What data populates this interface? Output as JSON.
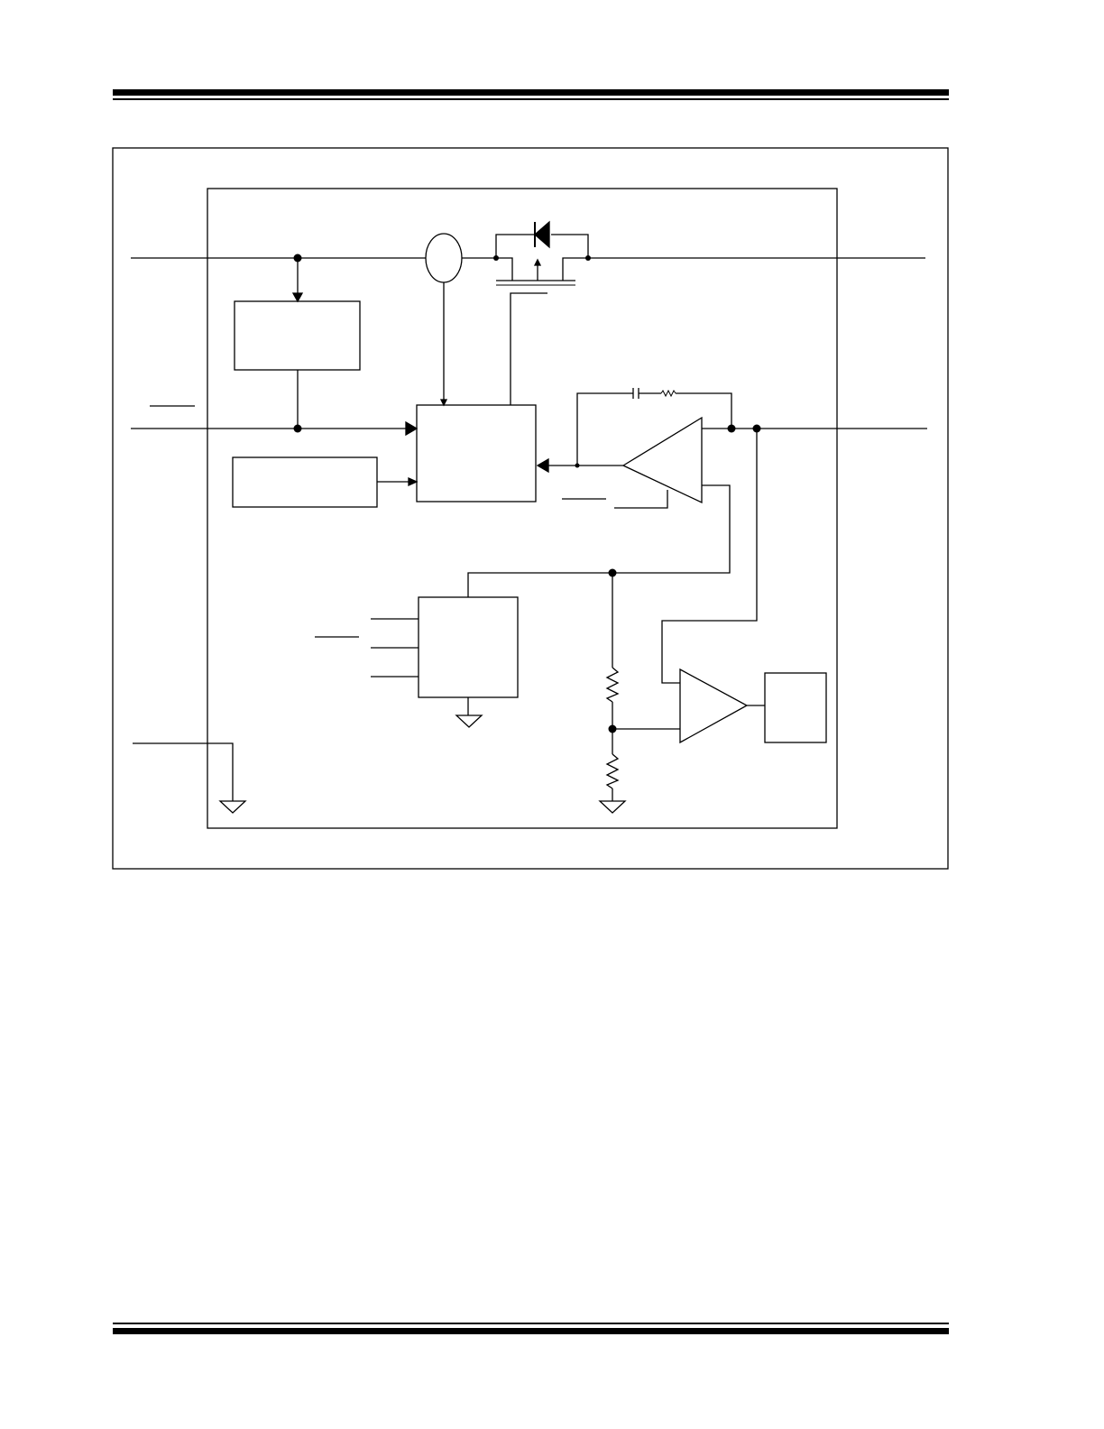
{
  "page": {
    "background": "#ffffff",
    "ink": "#000000"
  },
  "diagram": {
    "frames": [
      "outer-figure-frame",
      "device-boundary"
    ],
    "blocks": [
      "undervoltage-lockout-block",
      "control-logic-block",
      "reference-block",
      "soft-start-block",
      "comparator-output-block"
    ],
    "amplifiers": [
      "error-amplifier",
      "output-comparator"
    ],
    "symbols": [
      "current-sense-icon",
      "body-diode-icon",
      "pass-mosfet-icon",
      "compensation-capacitor-icon",
      "compensation-resistor-icon",
      "divider-resistor-top-icon",
      "divider-resistor-bottom-icon",
      "ground-icon"
    ]
  }
}
